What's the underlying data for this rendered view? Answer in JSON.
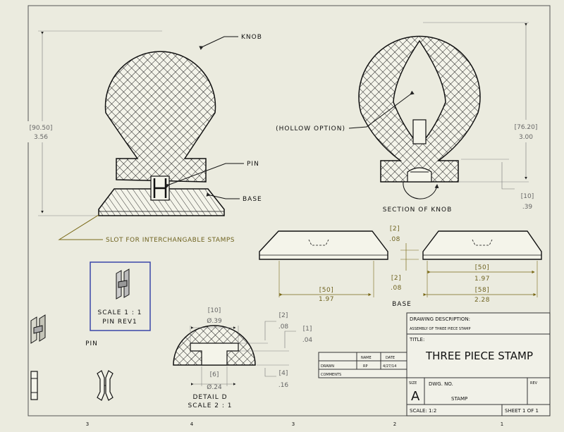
{
  "labels": {
    "knob": "KNOB",
    "pin": "PIN",
    "base": "BASE",
    "slot": "SLOT FOR INTERCHANGABLE STAMPS",
    "hollow": "(HOLLOW OPTION)",
    "section": "SECTION OF KNOB",
    "base_view": "BASE",
    "pin_view": "PIN",
    "scale_box_1": "SCALE 1 : 1",
    "scale_box_2": "PIN REV1",
    "detail_1": "DETAIL D",
    "detail_2": "SCALE 2 : 1"
  },
  "dims": {
    "knob_h_mm": "[90.50]",
    "knob_h_in": "3.56",
    "hollow_h_mm": "[76.20]",
    "hollow_h_in": "3.00",
    "sect_mm": "[10]",
    "sect_in": ".39",
    "base_thk_mm": "[2]",
    "base_thk_in": ".08",
    "base_thk2_mm": "[2]",
    "base_thk2_in": ".08",
    "base_w_mm": "[50]",
    "base_w_in": "1.97",
    "base_w2_mm": "[50]",
    "base_w2_in": "1.97",
    "base_w3_mm": "[58]",
    "base_w3_in": "2.28",
    "det_top_mm": "[10]",
    "det_top_in": "Ø.39",
    "det_bot_mm": "[6]",
    "det_bot_in": "Ø.24",
    "det_r1_mm": "[2]",
    "det_r1_in": ".08",
    "det_r2_mm": "[1]",
    "det_r2_in": ".04",
    "det_r3_mm": "[4]",
    "det_r3_in": ".16"
  },
  "title_block": {
    "drawing_description_label": "DRAWING DESCRIPTION:",
    "drawing_description": "ASSEMBLY OF THREE PIECE STAMP",
    "title_label": "TITLE:",
    "title": "THREE PIECE STAMP",
    "size_label": "SIZE",
    "size": "A",
    "dwg_no_label": "DWG. NO.",
    "dwg_no": "STAMP",
    "rev_label": "REV",
    "scale": "SCALE: 1:2",
    "sheet": "SHEET 1 OF 1",
    "name_header": "NAME",
    "date_header": "DATE",
    "drawn_label": "DRAWN",
    "drawn_name": "RP",
    "drawn_date": "4/27/14",
    "comments_label": "COMMENTS"
  },
  "zones": [
    "3",
    "4",
    "3",
    "2",
    "1"
  ]
}
